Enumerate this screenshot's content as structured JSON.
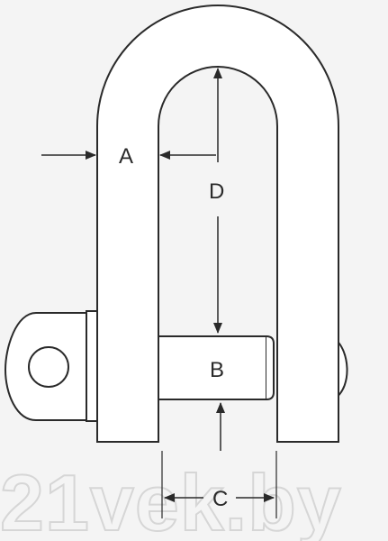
{
  "diagram": {
    "labels": {
      "a": "A",
      "b": "B",
      "c": "C",
      "d": "D"
    },
    "watermark": "21vek.by"
  },
  "colors": {
    "background": "#f4f4f4",
    "line": "#2a2a2a",
    "fill": "#ffffff",
    "watermark": "#d6d6d6"
  }
}
